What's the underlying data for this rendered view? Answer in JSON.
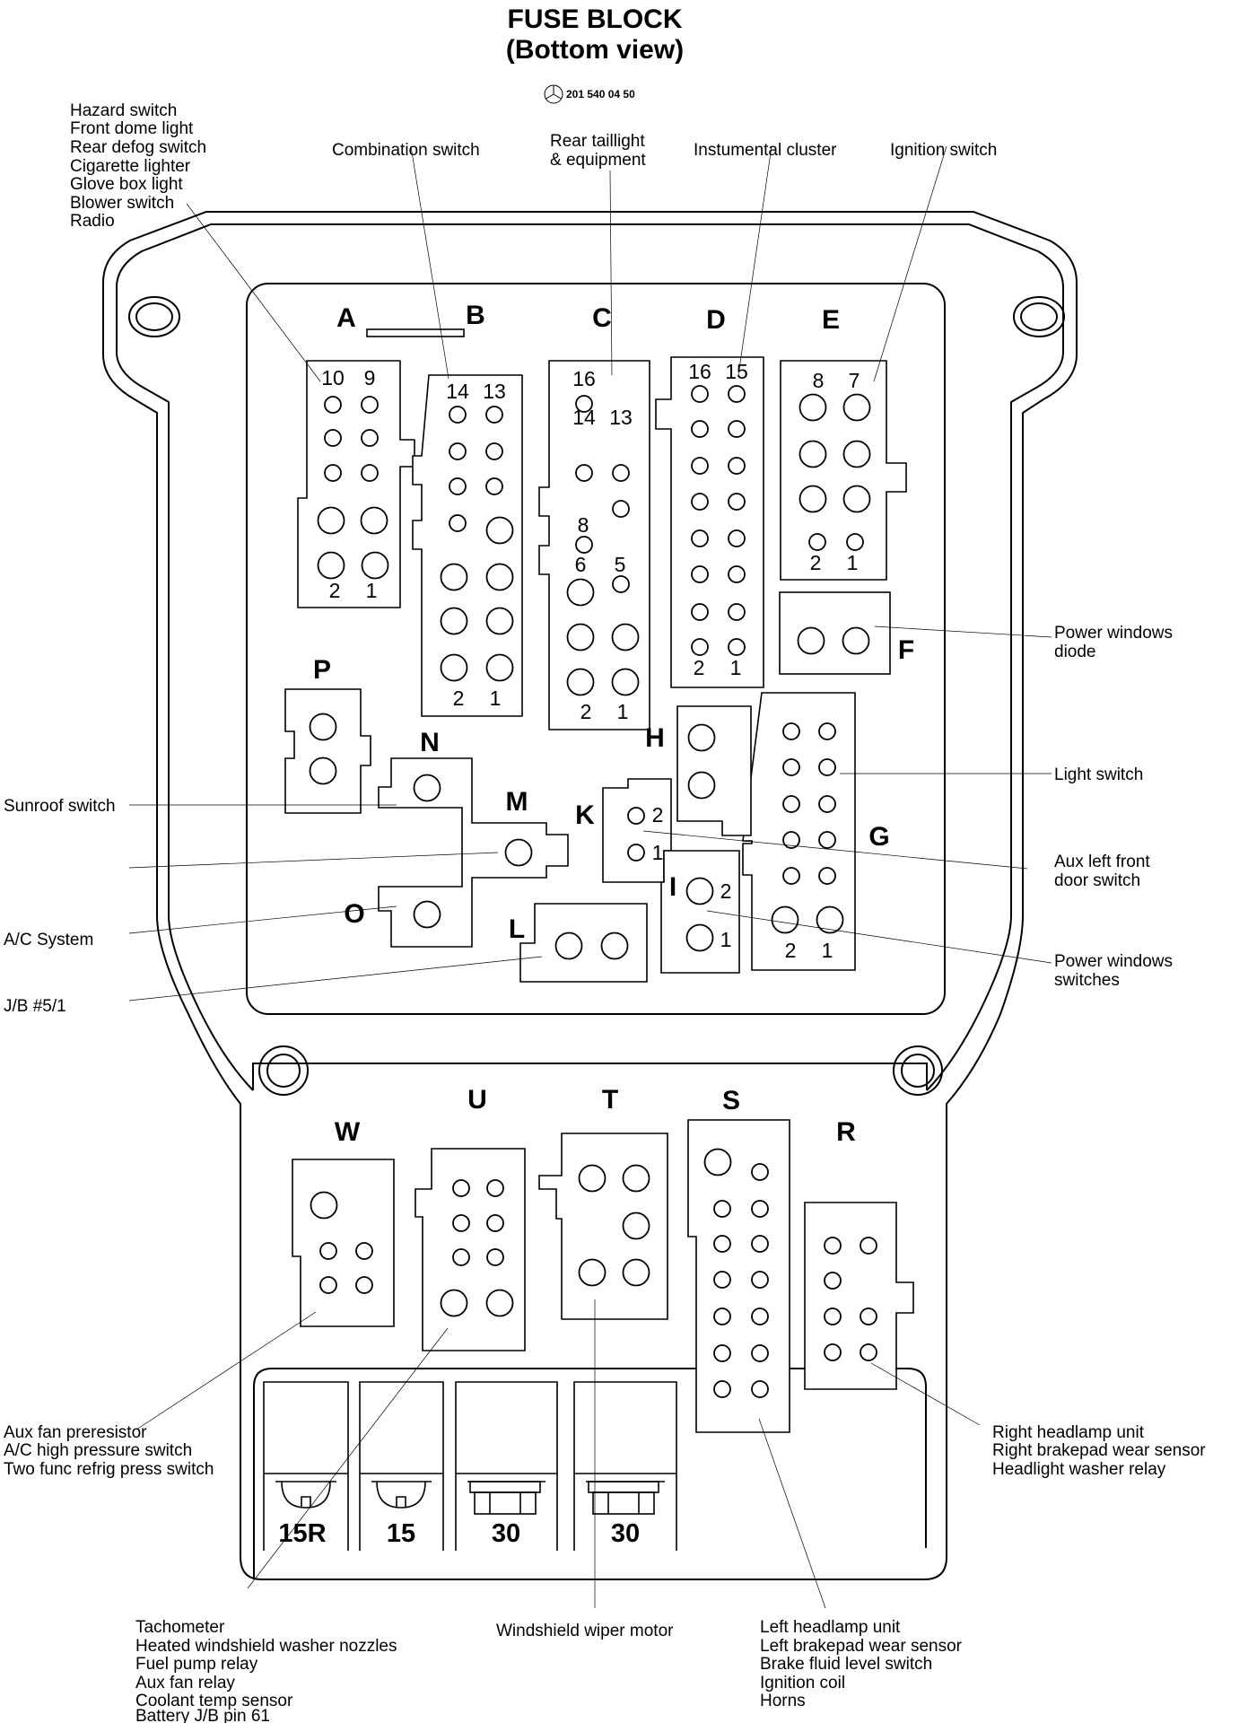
{
  "title": {
    "line1": "FUSE BLOCK",
    "line2": "(Bottom view)",
    "part_number": "201 540 04 50"
  },
  "letters": {
    "A": "A",
    "B": "B",
    "C": "C",
    "D": "D",
    "E": "E",
    "F": "F",
    "G": "G",
    "H": "H",
    "I": "I",
    "K": "K",
    "L": "L",
    "M": "M",
    "N": "N",
    "O": "O",
    "P": "P",
    "R": "R",
    "S": "S",
    "T": "T",
    "U": "U",
    "W": "W"
  },
  "pin_numbers": {
    "a10": "10",
    "a9": "9",
    "a2": "2",
    "a1": "1",
    "b14": "14",
    "b13": "13",
    "b2": "2",
    "b1": "1",
    "c16": "16",
    "c14": "14",
    "c13": "13",
    "c8": "8",
    "c6": "6",
    "c5": "5",
    "c2": "2",
    "c1": "1",
    "d16": "16",
    "d15": "15",
    "d2": "2",
    "d1": "1",
    "e8": "8",
    "e7": "7",
    "e2": "2",
    "e1": "1",
    "g2": "2",
    "g1": "1",
    "k2": "2",
    "k1": "1",
    "i2": "2",
    "i1": "1"
  },
  "terminals": [
    "15R",
    "15",
    "30",
    "30"
  ],
  "labels": {
    "top_left": [
      "Hazard switch",
      "Front dome light",
      "Rear defog switch",
      "Cigarette lighter",
      "Glove box light",
      "Blower switch",
      "Radio"
    ],
    "combination": "Combination switch",
    "rear_taillight": [
      "Rear taillight",
      "& equipment"
    ],
    "instrument": "Instumental cluster",
    "ignition": "Ignition switch",
    "power_windows_diode": [
      "Power windows",
      "diode"
    ],
    "light_switch": "Light switch",
    "aux_left_front": [
      "Aux left front",
      "door switch"
    ],
    "power_windows_switches": [
      "Power windows",
      "switches"
    ],
    "sunroof": "Sunroof switch",
    "ac_system": "A/C System",
    "jb": "J/B #5/1",
    "aux_fan": [
      "Aux fan preresistor",
      "A/C high pressure switch",
      "Two func refrig press switch"
    ],
    "right_headlamp": [
      "Right headlamp unit",
      "Right brakepad wear sensor",
      "Headlight washer relay"
    ],
    "tachometer": [
      "Tachometer",
      "Heated windshield washer nozzles",
      "Fuel pump relay",
      "Aux fan relay",
      "Coolant temp sensor",
      "Battery J/B pin 61"
    ],
    "wiper": "Windshield wiper motor",
    "left_headlamp": [
      "Left headlamp unit",
      "Left brakepad wear sensor",
      "Brake fluid level switch",
      "Ignition coil",
      "Horns"
    ]
  }
}
